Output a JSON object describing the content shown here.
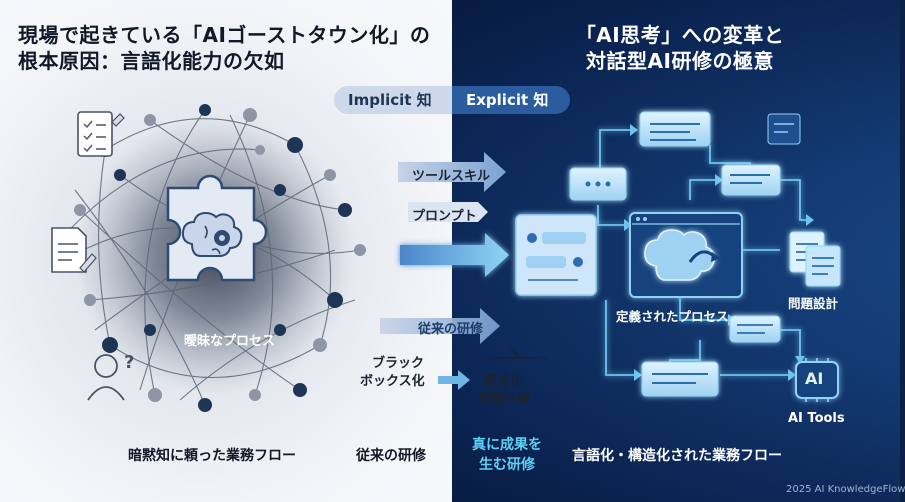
{
  "colors": {
    "left_bg": "#f3f5f8",
    "right_bg": "#0f2f63",
    "accent_cyan": "#5fd0f5",
    "node_dark": "#1f3556"
  },
  "header": {
    "left_line1": "現場で起きている「AIゴーストタウン化」の",
    "left_line2": "根本原因：言語化能力の欠如",
    "right_line1": "「AI思考」への変革と",
    "right_line2": "対話型AI研修の極意"
  },
  "toggle": {
    "implicit": "Implicit 知",
    "explicit": "Explicit 知"
  },
  "arrows": {
    "tool_skill": "ツールスキル",
    "prompt": "プロンプト",
    "traditional_training": "従来の研修",
    "blackbox_line1": "ブラック",
    "blackbox_line2": "ボックス化",
    "concept_line1": "概念化",
    "concept_line2": "問題分解"
  },
  "left": {
    "ambiguous_process": "曖昧なプロセス"
  },
  "right": {
    "defined_process": "定義されたプロセス",
    "problem_design": "問題設計",
    "ai_badge": "AI",
    "ai_tools": "AI Tools"
  },
  "footer": {
    "left": "暗黙知に頼った業務フロー",
    "middle": "従来の研修",
    "center_line1": "真に成果を",
    "center_line2": "生む研修",
    "right": "言語化・構造化された業務フロー"
  },
  "credit": "2025 AI KnowledgeFlow"
}
